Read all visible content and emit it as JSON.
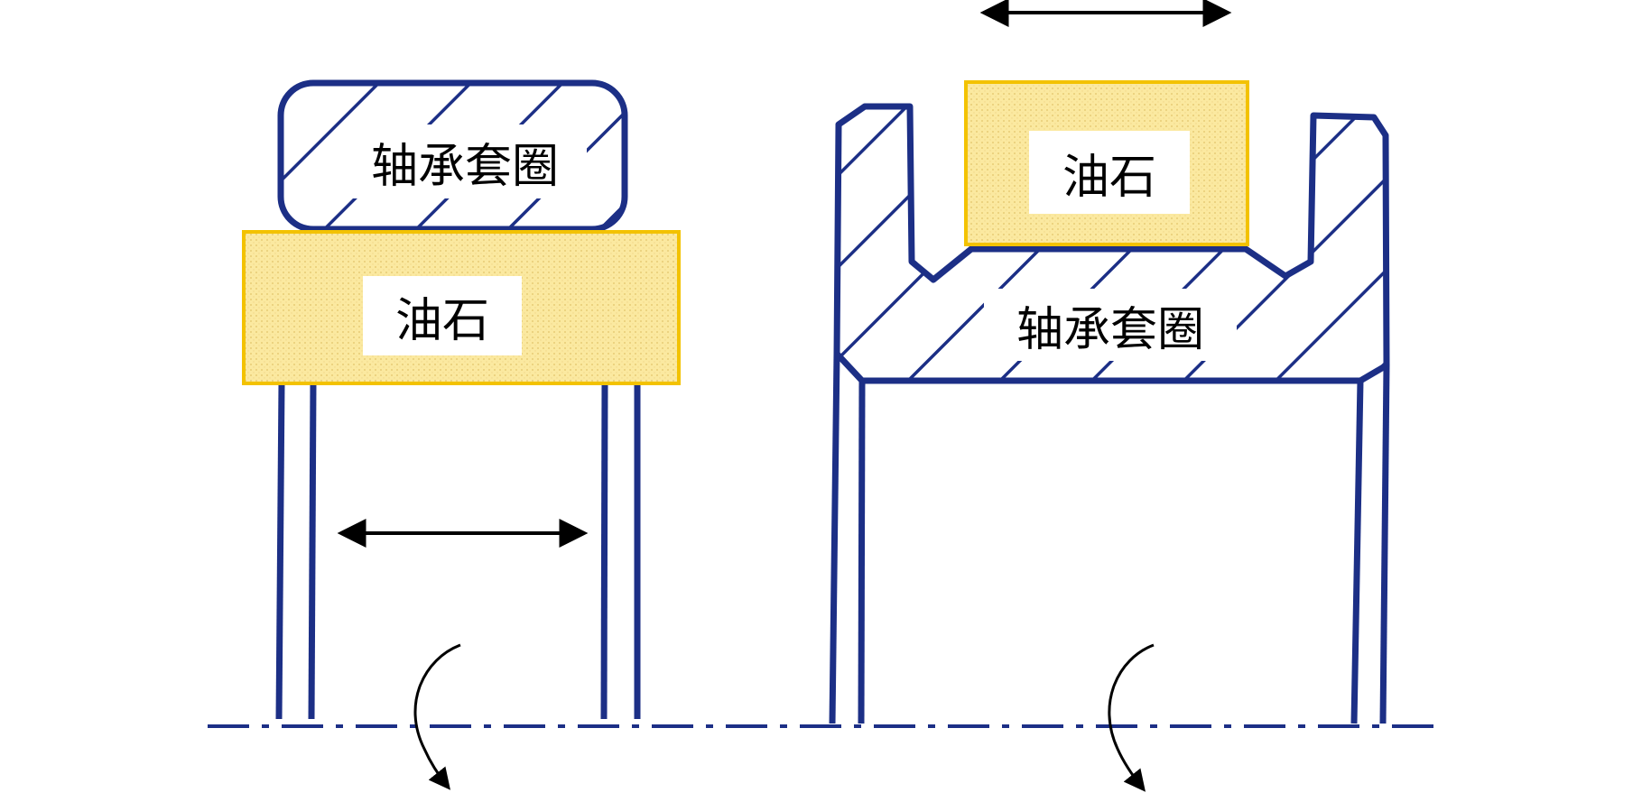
{
  "labels": {
    "left_ring": "轴承套圈",
    "left_stone": "油石",
    "right_stone": "油石",
    "right_ring": "轴承套圈"
  },
  "colors": {
    "outline": "#1c2f86",
    "stone_fill": "#fbe9a0",
    "stone_border": "#f3c200",
    "arrow": "#000000",
    "background": "#ffffff"
  }
}
